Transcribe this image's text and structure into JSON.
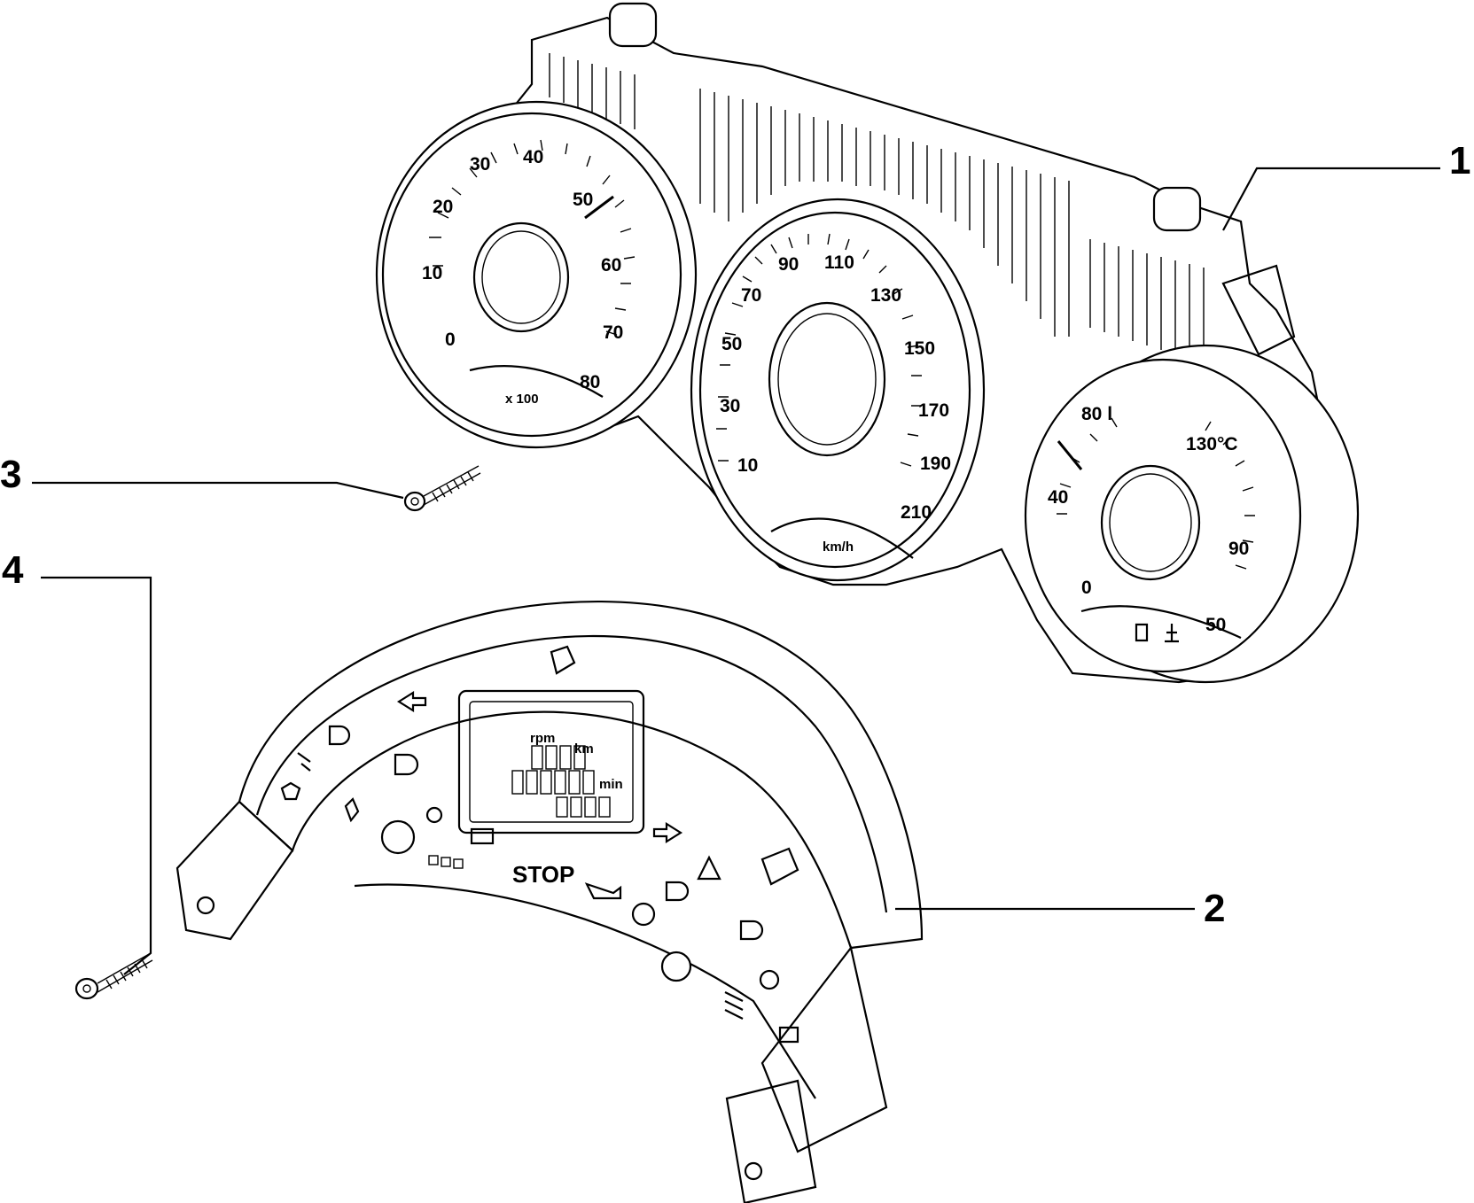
{
  "callouts": [
    {
      "id": "1"
    },
    {
      "id": "2"
    },
    {
      "id": "3"
    },
    {
      "id": "4"
    }
  ],
  "tachometer": {
    "scale": [
      "0",
      "10",
      "20",
      "30",
      "40",
      "50",
      "60",
      "70",
      "80"
    ],
    "unit": "x 100"
  },
  "speedometer": {
    "scale": [
      "10",
      "30",
      "50",
      "70",
      "90",
      "110",
      "130",
      "150",
      "170",
      "190",
      "210"
    ],
    "unit": "km/h"
  },
  "combined_gauge": {
    "fuel_scale": [
      "0",
      "40",
      "80 l"
    ],
    "temp_scale": [
      "50",
      "90",
      "130°C"
    ]
  },
  "warning_panel": {
    "stop_label": "STOP",
    "lcd_labels": [
      "rpm",
      "km",
      "min"
    ]
  },
  "icons": [
    "turn-left-arrow-icon",
    "turn-right-arrow-icon",
    "headlight-icon",
    "high-beam-icon",
    "seatbelt-icon",
    "battery-icon",
    "glow-plug-icon",
    "oil-pressure-icon",
    "brake-icon",
    "fog-light-icon",
    "rear-fog-icon",
    "engine-check-icon",
    "hazard-icon",
    "airbag-icon",
    "abs-icon"
  ]
}
